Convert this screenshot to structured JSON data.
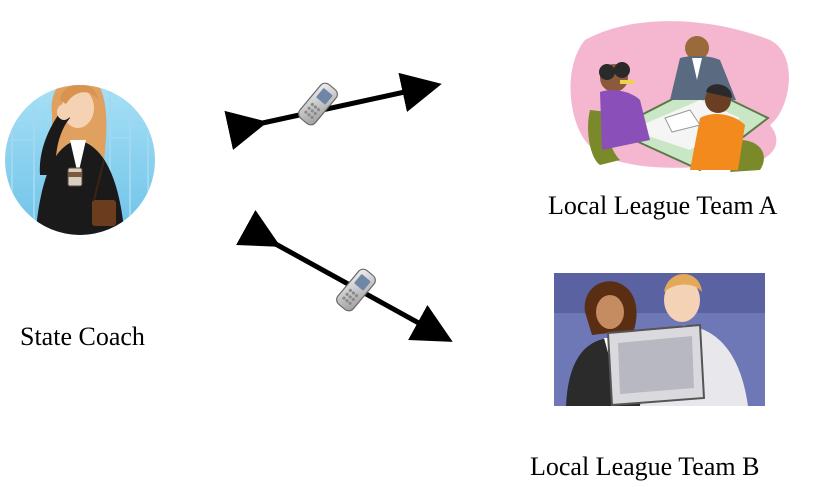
{
  "nodes": {
    "coach": {
      "label": "State Coach"
    },
    "team_a": {
      "label": "Local League Team A"
    },
    "team_b": {
      "label": "Local League Team B"
    }
  },
  "connections": [
    {
      "from": "coach",
      "to": "team_a",
      "icon": "mobile-phone-icon",
      "style": "double-headed-arrow"
    },
    {
      "from": "coach",
      "to": "team_b",
      "icon": "mobile-phone-icon",
      "style": "double-headed-arrow"
    }
  ],
  "colors": {
    "arrow": "#000000",
    "coach_background": "#8fd3ee",
    "team_a_background": "#f4b7cf",
    "team_b_background": "#6f78b6",
    "table": "#c9e7c4"
  }
}
